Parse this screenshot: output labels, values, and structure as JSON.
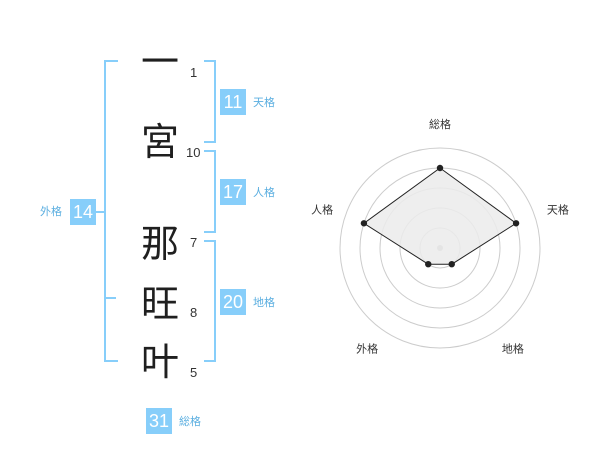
{
  "name_chars": [
    {
      "char": "一",
      "strokes": "1"
    },
    {
      "char": "宮",
      "strokes": "10"
    },
    {
      "char": "那",
      "strokes": "7"
    },
    {
      "char": "旺",
      "strokes": "8"
    },
    {
      "char": "叶",
      "strokes": "5"
    }
  ],
  "kaku": {
    "tenkaku": {
      "value": "11",
      "label": "天格"
    },
    "jinkaku": {
      "value": "17",
      "label": "人格"
    },
    "chikaku": {
      "value": "20",
      "label": "地格"
    },
    "gaikaku": {
      "value": "14",
      "label": "外格"
    },
    "soukaku": {
      "value": "31",
      "label": "総格"
    }
  },
  "colors": {
    "accent": "#87cefa",
    "label_text": "#5aaee0",
    "radar_fill": "#ebebeb",
    "radar_line": "#222222",
    "ring": "#cccccc"
  },
  "chart_data": {
    "type": "radar",
    "axes": [
      "総格",
      "天格",
      "地格",
      "外格",
      "人格"
    ],
    "levels": 5,
    "values": [
      4,
      4,
      1,
      1,
      4
    ],
    "max": 5
  }
}
